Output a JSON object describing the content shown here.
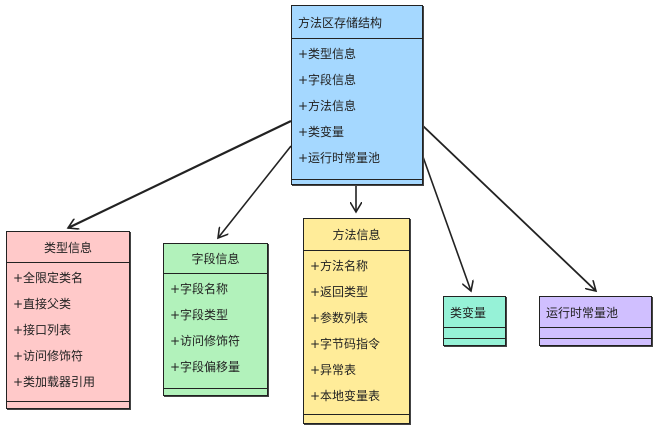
{
  "diagram": {
    "root": {
      "title": "方法区存储结构",
      "fill": "#a5d8ff",
      "attributes": [
        "+类型信息",
        "+字段信息",
        "+方法信息",
        "+类变量",
        "+运行时常量池"
      ]
    },
    "children": [
      {
        "id": "type-info",
        "title": "类型信息",
        "fill": "#ffc9c9",
        "attributes": [
          "+全限定类名",
          "+直接父类",
          "+接口列表",
          "+访问修饰符",
          "+类加载器引用"
        ]
      },
      {
        "id": "field-info",
        "title": "字段信息",
        "fill": "#b2f2bb",
        "attributes": [
          "+字段名称",
          "+字段类型",
          "+访问修饰符",
          "+字段偏移量"
        ]
      },
      {
        "id": "method-info",
        "title": "方法信息",
        "fill": "#ffec99",
        "attributes": [
          "+方法名称",
          "+返回类型",
          "+参数列表",
          "+字节码指令",
          "+异常表",
          "+本地变量表"
        ]
      },
      {
        "id": "class-variables",
        "title": "类变量",
        "fill": "#96f2d7",
        "attributes": []
      },
      {
        "id": "runtime-constant-pool",
        "title": "运行时常量池",
        "fill": "#d0bfff",
        "attributes": []
      }
    ],
    "edges": [
      {
        "from": "root",
        "to": "type-info"
      },
      {
        "from": "root",
        "to": "field-info"
      },
      {
        "from": "root",
        "to": "method-info"
      },
      {
        "from": "root",
        "to": "class-variables"
      },
      {
        "from": "root",
        "to": "runtime-constant-pool"
      }
    ]
  }
}
